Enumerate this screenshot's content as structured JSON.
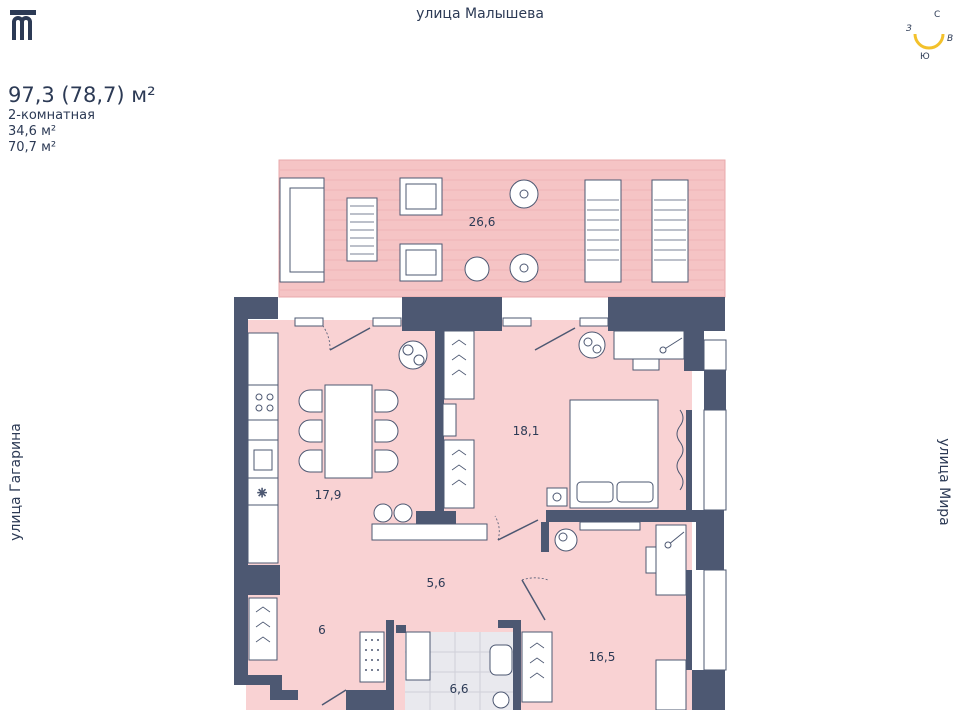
{
  "streets": {
    "top": "улица Малышева",
    "left": "улица Гагарина",
    "right": "улица Мира"
  },
  "compass": {
    "n": "С",
    "s": "Ю",
    "w": "З",
    "e": "В"
  },
  "apartment": {
    "total_area": "97,3 (78,7) м²",
    "type": "2-комнатная",
    "living_area": "34,6 м²",
    "area_2": "70,7 м²"
  },
  "rooms": {
    "terrace": "26,6",
    "kitchen_living": "17,9",
    "bedroom": "18,1",
    "hall": "5,6",
    "entry": "6",
    "bathroom": "6,6",
    "bedroom_2": "16,5"
  },
  "colors": {
    "wall": "#4d5872",
    "room_fill": "#f9d2d3",
    "terrace_fill": "#f5c4c5",
    "accent": "#2c3a55",
    "compass_sun": "#f3c12b"
  }
}
